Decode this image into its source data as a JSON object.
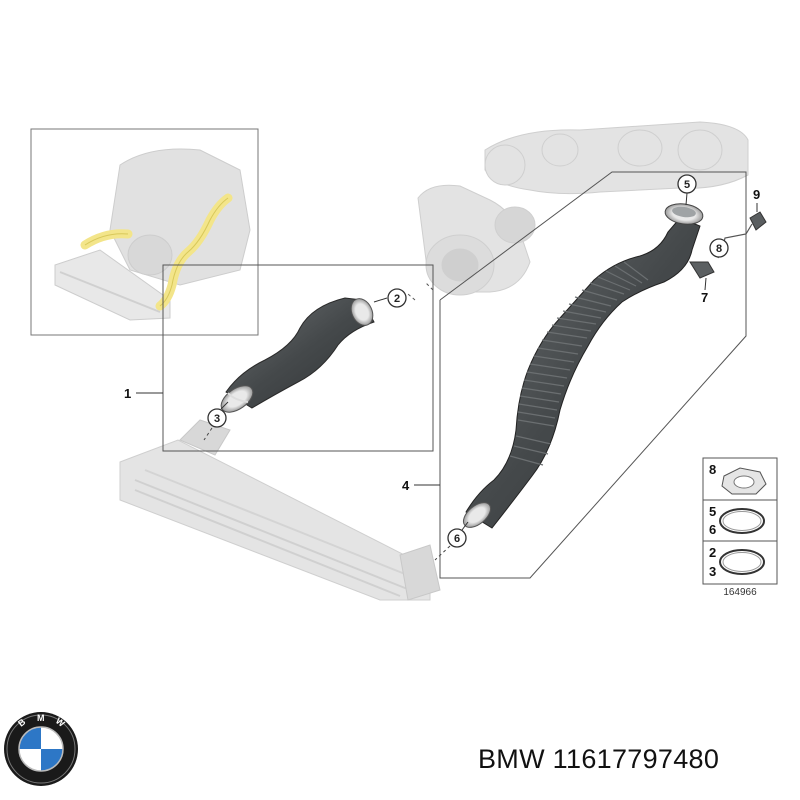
{
  "diagram": {
    "callouts": {
      "c2": "2",
      "c3": "3",
      "c5": "5",
      "c6": "6",
      "c8": "8"
    },
    "leaders": {
      "l1": "1",
      "l4": "4",
      "l7": "7",
      "l9": "9"
    },
    "legend": {
      "row1_a": "8",
      "row2_a": "5",
      "row2_b": "6",
      "row3_a": "2",
      "row3_b": "3"
    },
    "diagram_id": "164966"
  },
  "caption": "BMW 11617797480",
  "colors": {
    "hose": "#4f5355",
    "highlight": "#f3e58a",
    "ghost": "#d9d9d9",
    "line": "#333333"
  },
  "icons": {
    "logo": "bmw-roundel-logo"
  }
}
